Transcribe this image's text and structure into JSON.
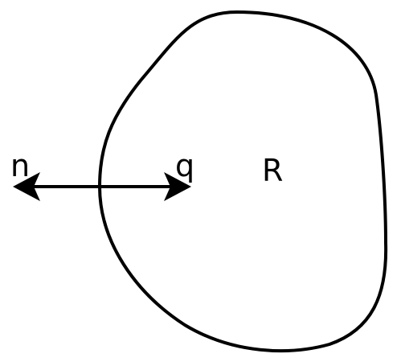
{
  "diagram": {
    "labels": {
      "normal": "n",
      "flux": "q",
      "region": "R"
    },
    "colors": {
      "stroke": "#000000",
      "background": "#ffffff"
    },
    "icons": {
      "left_arrowhead": "arrowhead-left-icon",
      "right_arrowhead": "arrowhead-right-icon"
    }
  }
}
